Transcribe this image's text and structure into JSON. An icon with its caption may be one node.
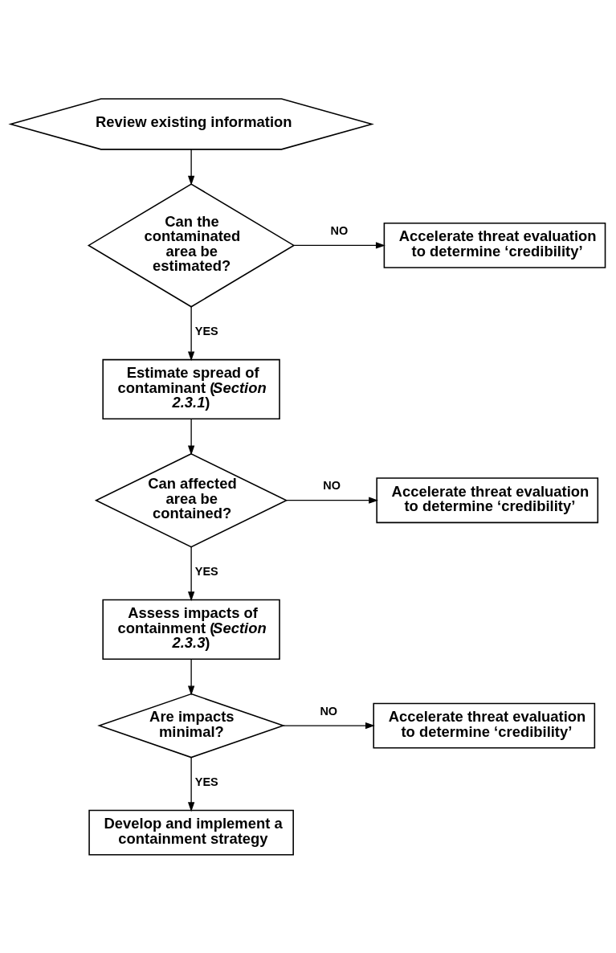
{
  "diagram": {
    "nodes": [
      {
        "text": [
          "Review existing information"
        ]
      },
      {
        "text": [
          "Can the contaminated area be estimated?"
        ]
      },
      {
        "text": [
          "Accelerate threat evaluation to determine ‘credibility’"
        ]
      },
      {
        "text": [
          "Estimate spread of contaminant (*Section 2.3.1*)"
        ]
      },
      {
        "text": [
          "Can affected area be contained?"
        ]
      },
      {
        "text": [
          "Accelerate threat evaluation to determine ‘credibility’"
        ]
      },
      {
        "text": [
          "Assess impacts of containment (*Section 2.3.3*)"
        ]
      },
      {
        "text": [
          "Are impacts minimal?"
        ]
      },
      {
        "text": [
          "Accelerate threat evaluation to determine ‘credibility’"
        ]
      },
      {
        "text": [
          "Develop and implement a containment strategy"
        ]
      }
    ],
    "edges": [
      {
        "from": 0,
        "to": 1,
        "arrow": "to"
      },
      {
        "from": 1,
        "to": 2,
        "arrow": "to",
        "label": "NO"
      },
      {
        "from": 1,
        "to": 3,
        "arrow": "to",
        "label": "YES"
      },
      {
        "from": 3,
        "to": 4,
        "arrow": "to"
      },
      {
        "from": 4,
        "to": 5,
        "arrow": "to",
        "label": "NO"
      },
      {
        "from": 4,
        "to": 6,
        "arrow": "to",
        "label": "YES"
      },
      {
        "from": 6,
        "to": 7,
        "arrow": "to"
      },
      {
        "from": 7,
        "to": 8,
        "arrow": "to",
        "label": "NO"
      },
      {
        "from": 7,
        "to": 9,
        "arrow": "to",
        "label": "YES"
      }
    ]
  }
}
